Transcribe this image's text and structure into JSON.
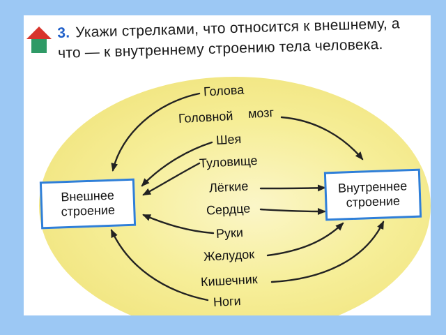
{
  "task": {
    "number": "3.",
    "line1": "Укажи стрелками, что относится к внешнему, а",
    "line2": "что — к внутреннему строению тела человека."
  },
  "boxes": {
    "external": [
      "Внешнее",
      "строение"
    ],
    "internal": [
      "Внутреннее",
      "строение"
    ]
  },
  "items": {
    "head": "Голова",
    "brain_1": "Головной",
    "brain_2": "мозг",
    "neck": "Шея",
    "torso": "Туловище",
    "lungs": "Лёгкие",
    "heart": "Сердце",
    "hands": "Руки",
    "stomach": "Желудок",
    "intestine": "Кишечник",
    "legs": "Ноги"
  },
  "connections": [
    {
      "from": "head",
      "to": "external"
    },
    {
      "from": "brain",
      "to": "internal"
    },
    {
      "from": "neck",
      "to": "external"
    },
    {
      "from": "torso",
      "to": "external"
    },
    {
      "from": "lungs",
      "to": "internal"
    },
    {
      "from": "heart",
      "to": "internal"
    },
    {
      "from": "hands",
      "to": "external"
    },
    {
      "from": "stomach",
      "to": "internal"
    },
    {
      "from": "intestine",
      "to": "internal"
    },
    {
      "from": "legs",
      "to": "external"
    }
  ],
  "colors": {
    "background": "#9cc8f4",
    "ellipse": "#f6ee98",
    "box_border": "#2f7fd8",
    "task_number": "#1f5fc9",
    "icon_roof": "#d8342c",
    "icon_base": "#2f9a66"
  },
  "icons": {
    "house": "house-icon"
  }
}
